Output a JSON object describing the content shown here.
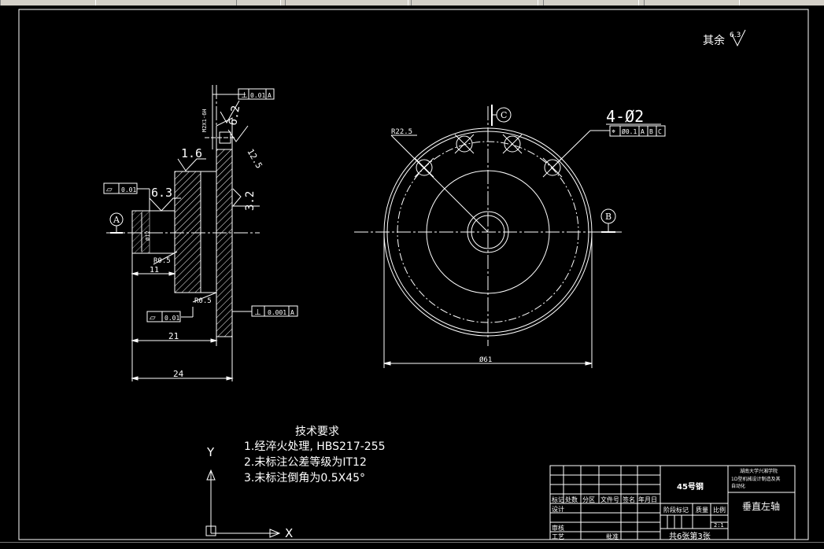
{
  "roughness_note": {
    "label": "其余",
    "value": "6.3"
  },
  "side_view": {
    "tol_perp_top": {
      "symbol": "⊥",
      "value": "0.01",
      "datum": "A"
    },
    "tol_flat_left": {
      "symbol": "⏥",
      "value": "0.01"
    },
    "tol_flat_bottom": {
      "symbol": "⏥",
      "value": "0.01"
    },
    "tol_perp_bottom": {
      "symbol": "⊥",
      "value": "0.001",
      "datum": "A"
    },
    "rough_top": "6.2",
    "rough_chamfer": "12.5",
    "rough_right": "3.2",
    "rough_step": "1.6",
    "rough_left": "6.3",
    "thread_label": "M2X1-6H",
    "datum_a": "A",
    "dim_r05_upper": "R0.5",
    "dim_r05_lower": "R0.5",
    "dim_11": "11",
    "dim_21": "21",
    "dim_24": "24",
    "dim_shaft_dia": "Ø12"
  },
  "front_view": {
    "datum_b": "B",
    "datum_c": "C",
    "dim_r225": "R22.5",
    "hole_spec": "4-Ø2",
    "tol_position": {
      "symbol": "⌖",
      "value": "Ø0.1",
      "datums": [
        "A",
        "B",
        "C"
      ]
    },
    "dim_dia61": "Ø61"
  },
  "tech_req": {
    "title": "技术要求",
    "items": [
      "1.经淬火处理, HBS217-255",
      "2.未标注公差等级为IT12",
      "3.未标注倒角为0.5X45°"
    ]
  },
  "ucs": {
    "y": "Y",
    "x": "X"
  },
  "title_block": {
    "material": "45号钢",
    "school": "湖南大学兴湘学院",
    "project_l1": "1D型机械设计制造及其",
    "project_l2": "自动化",
    "part_name": "垂直左轴",
    "hdr_mark": "标记",
    "hdr_count": "处数",
    "hdr_zone": "分区",
    "hdr_doc": "文件号",
    "hdr_sign": "签名",
    "hdr_date": "年月日",
    "lbl_design": "设计",
    "lbl_review": "审核",
    "lbl_process": "工艺",
    "lbl_approve": "批准",
    "lbl_stage": "阶段标记",
    "lbl_mass": "质量",
    "lbl_scale": "比例",
    "scale_value": "2:1",
    "sheet_info": "共6张第3张"
  }
}
